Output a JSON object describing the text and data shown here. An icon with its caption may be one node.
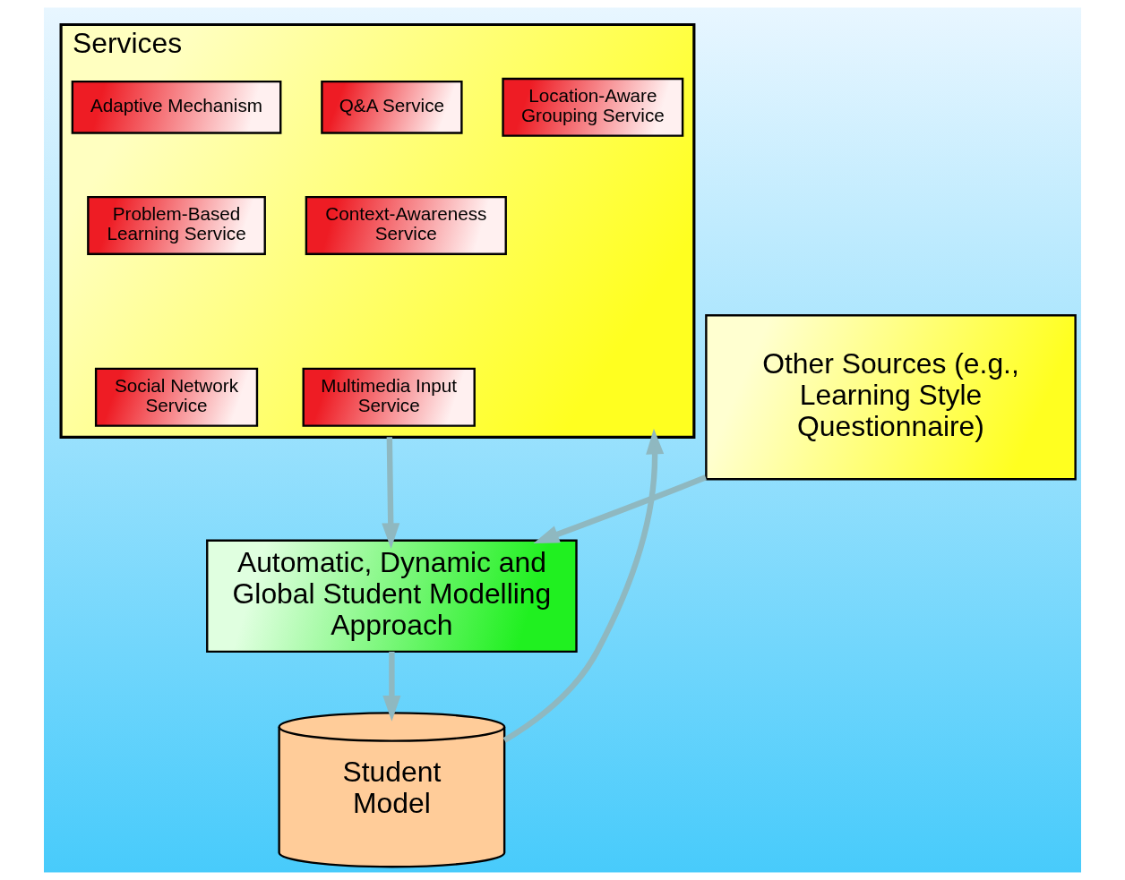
{
  "diagram": {
    "nodes": [
      {
        "text": [
          "Services"
        ]
      },
      {
        "text": [
          "Adaptive Mechanism"
        ],
        "in": 0
      },
      {
        "text": [
          "Q&A Service"
        ],
        "in": 0
      },
      {
        "text": [
          "Location-Aware Grouping Service"
        ],
        "in": 0
      },
      {
        "text": [
          "Problem-Based Learning Service"
        ],
        "in": 0
      },
      {
        "text": [
          "Context-Awareness Service"
        ],
        "in": 0
      },
      {
        "text": [
          "Social Network Service"
        ],
        "in": 0
      },
      {
        "text": [
          "Multimedia Input Service"
        ],
        "in": 0
      },
      {
        "text": [
          "Other Sources (e.g., Learning Style Questionnaire)"
        ]
      },
      {
        "text": [
          "Automatic, Dynamic and Global Student Modelling Approach"
        ]
      },
      {
        "text": [
          "Student Model"
        ]
      }
    ],
    "edges": [
      {
        "from": 0,
        "to": 9,
        "arrow": "to"
      },
      {
        "from": 8,
        "to": 9,
        "arrow": "to"
      },
      {
        "from": 9,
        "to": 10,
        "arrow": "to"
      },
      {
        "from": 10,
        "to": 0,
        "arrow": "to"
      }
    ]
  }
}
